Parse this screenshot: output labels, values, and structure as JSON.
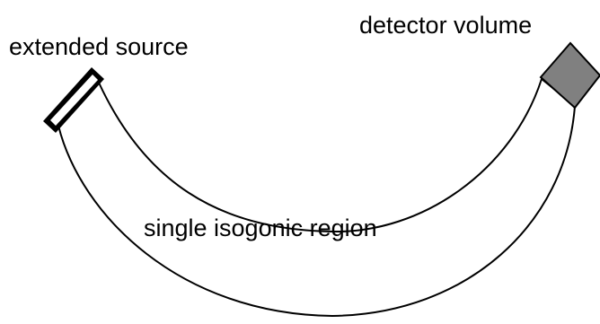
{
  "labels": {
    "source": "extended source",
    "detector": "detector volume",
    "region": "single isogonic region"
  },
  "colors": {
    "outline": "#000000",
    "background": "#ffffff",
    "detector_fill": "#808080",
    "source_fill": "#ffffff"
  }
}
